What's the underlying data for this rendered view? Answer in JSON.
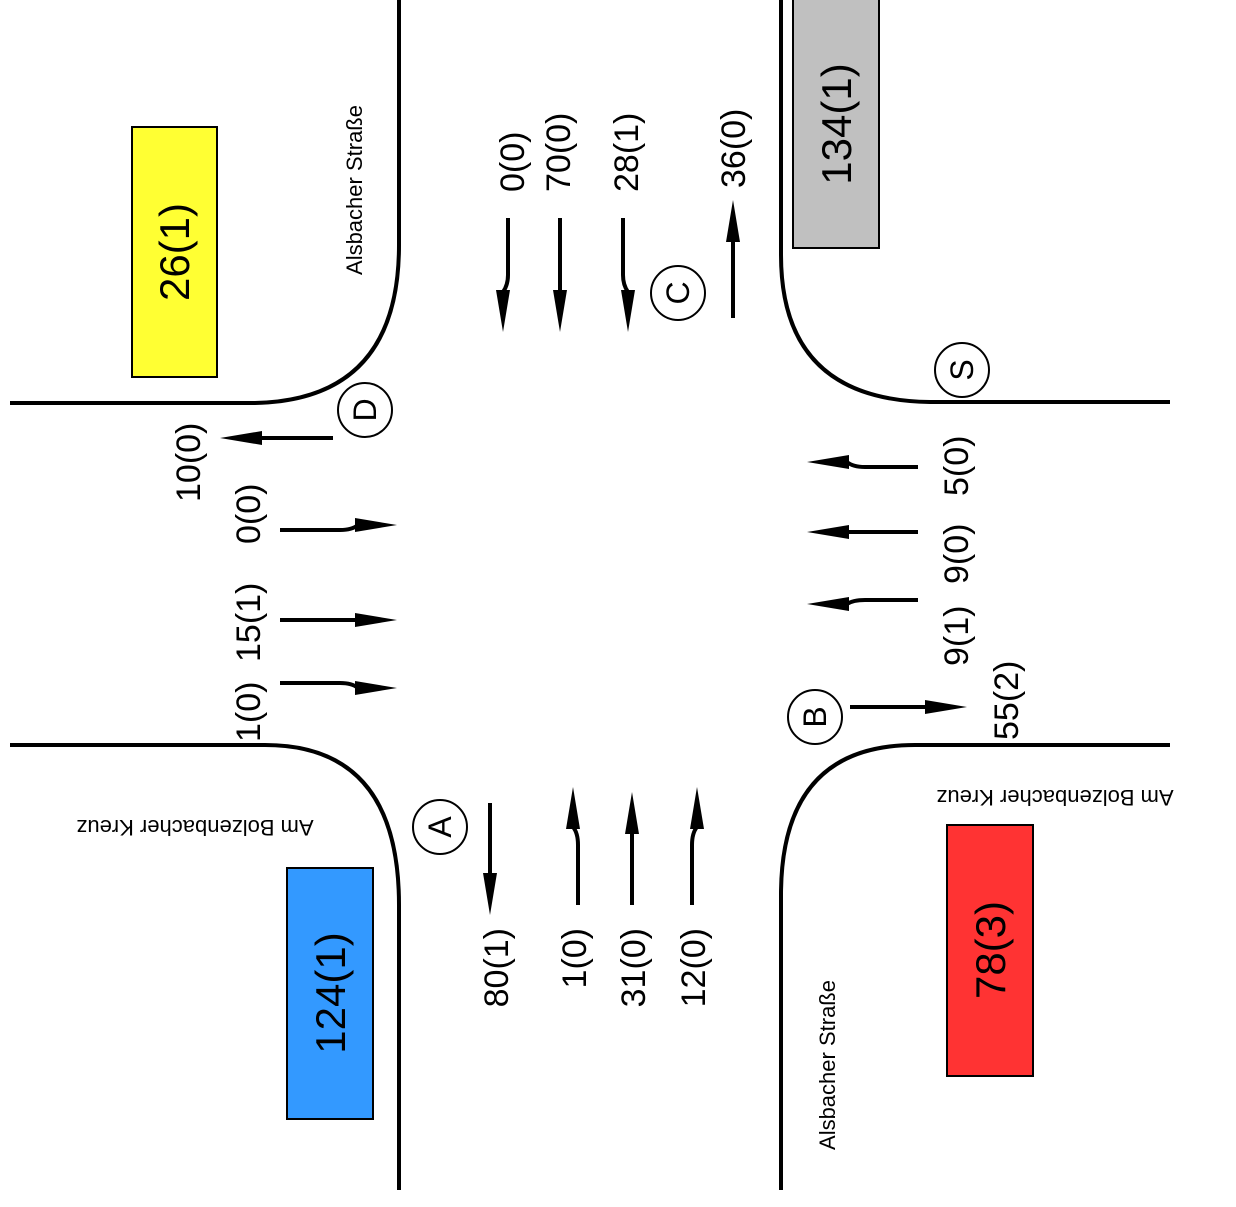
{
  "streets": {
    "north": "Alsbacher Straße",
    "south": "Alsbacher Straße",
    "west": "Am Bolzenbacher Kreuz",
    "east": "Am Bolzenbacher Kreuz"
  },
  "nodes": {
    "A": "A",
    "B": "B",
    "C": "C",
    "D": "D",
    "S": "S"
  },
  "totals": {
    "northwest": {
      "label": "26(1)",
      "color": "#ffff33"
    },
    "northeast": {
      "label": "134(1)",
      "color": "#c0c0c0"
    },
    "southwest": {
      "label": "124(1)",
      "color": "#3399ff"
    },
    "southeast": {
      "label": "78(3)",
      "color": "#ff3333"
    }
  },
  "flows": {
    "north_in_left": "0(0)",
    "north_in_straight": "70(0)",
    "north_in_right": "28(1)",
    "north_out": "36(0)",
    "west_out": "10(0)",
    "west_in_a": "0(0)",
    "west_in_b": "15(1)",
    "west_in_c": "1(0)",
    "east_in_a": "5(0)",
    "east_in_b": "9(0)",
    "east_in_c": "9(1)",
    "east_out": "55(2)",
    "south_out": "80(1)",
    "south_in_a": "1(0)",
    "south_in_b": "31(0)",
    "south_in_c": "12(0)"
  }
}
